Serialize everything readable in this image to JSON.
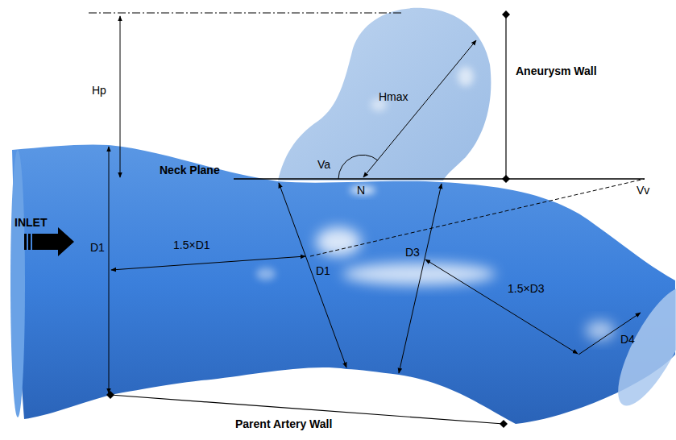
{
  "diagram": {
    "labels": [
      "Hp",
      "Aneurysm Wall",
      "Hmax",
      "Neck Plane",
      "Va",
      "N",
      "Vv",
      "INLET",
      "D1",
      "1.5×D1",
      "D1",
      "D3",
      "1.5×D3",
      "D4",
      "Parent Artery Wall"
    ]
  }
}
